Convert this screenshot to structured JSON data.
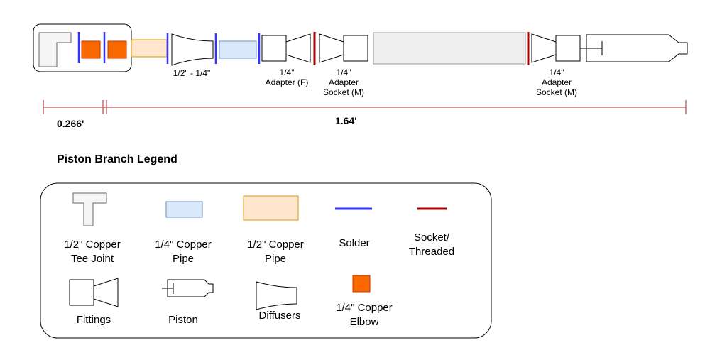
{
  "assembly": {
    "labels": {
      "reducer": "1/2\" - 1/4\"",
      "adapter_f": "1/4\"\nAdapter (F)",
      "adapter_socket_1": "1/4\"\nAdapter\nSocket (M)",
      "adapter_socket_2": "1/4\"\nAdapter\nSocket (M)"
    },
    "dimensions": {
      "left": "0.266'",
      "right": "1.64'"
    }
  },
  "legend": {
    "title": "Piston Branch Legend",
    "items": {
      "tee": "1/2\" Copper\nTee Joint",
      "pipe_quarter": "1/4\" Copper\nPipe",
      "pipe_half": "1/2\" Copper\nPipe",
      "solder": "Solder",
      "socket": "Socket/\nThreaded",
      "fittings": "Fittings",
      "piston": "Piston",
      "diffusers": "Diffusers",
      "elbow": "1/4\" Copper\nElbow"
    }
  },
  "colors": {
    "solder": "#3333ff",
    "socket": "#a50000",
    "elbow": "#fa6800",
    "pipe_quarter": "#dae8fc",
    "pipe_half": "#ffe6cc",
    "tee": "#f5f5f5",
    "dimension": "#b85450"
  }
}
